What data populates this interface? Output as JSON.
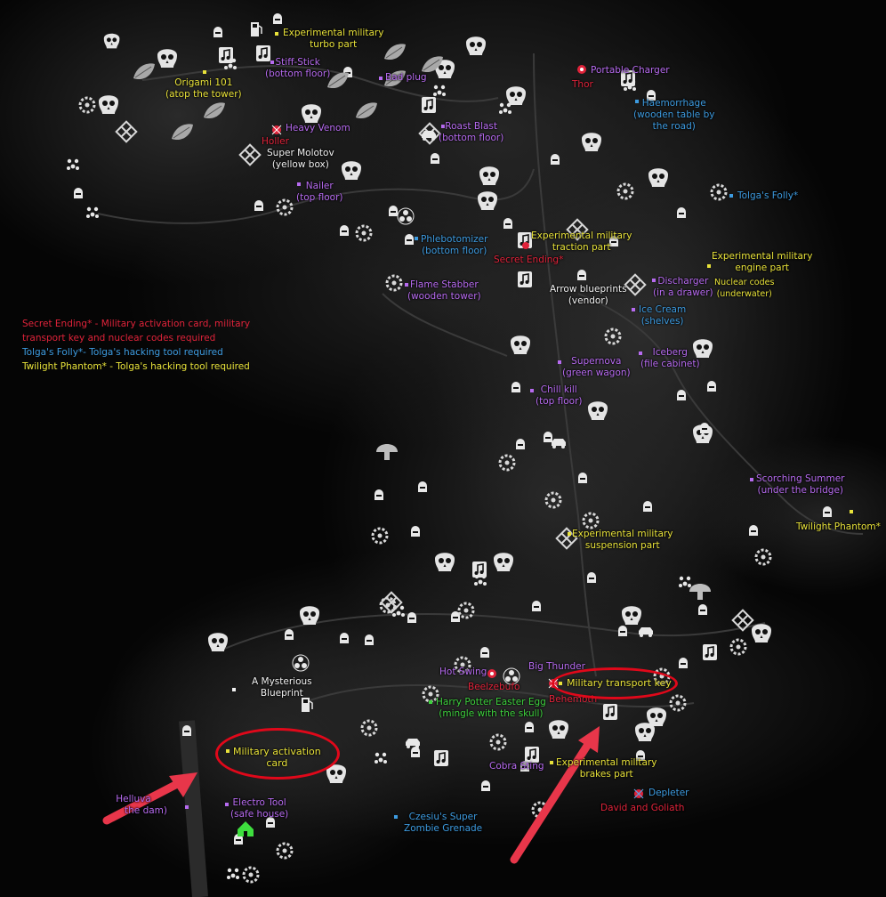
{
  "legend": {
    "secret_ending": "Secret Ending* - Military activation card, military",
    "secret_ending_cont": "transport key and nuclear codes required",
    "tolgas_folly": "Tolga's Folly*- Tolga's hacking tool required",
    "twilight_phantom": "Twilight Phantom* - Tolga's hacking tool required"
  },
  "labels": {
    "exp_turbo_1": "Experimental military",
    "exp_turbo_2": "turbo part",
    "stiff_stick_1": "Stiff-Stick",
    "stiff_stick_2": "(bottom floor)",
    "origami_1": "Origami 101",
    "origami_2": "(atop the tower)",
    "bad_plug": "Bad plug",
    "portable_charger": "Portable Charger",
    "thor": "Thor",
    "haemorrhage_1": "Haemorrhage",
    "haemorrhage_2": "(wooden table by",
    "haemorrhage_3": "the road)",
    "heavy_venom": "Heavy Venom",
    "holler": "Holler",
    "roast_blast_1": "Roast Blast",
    "roast_blast_2": "(bottom floor)",
    "super_molotov_1": "Super Molotov",
    "super_molotov_2": "(yellow box)",
    "nailer_1": "Nailer",
    "nailer_2": "(top floor)",
    "tolgas_folly": "Tolga's Folly*",
    "phlebotomizer_1": "Phlebotomizer",
    "phlebotomizer_2": "(bottom floor)",
    "exp_traction_1": "Experimental military",
    "exp_traction_2": "traction part",
    "secret_ending": "Secret Ending*",
    "exp_engine_1": "Experimental military",
    "exp_engine_2": "engine part",
    "nuclear_codes_1": "Nuclear codes",
    "nuclear_codes_2": "(underwater)",
    "flame_stabber_1": "Flame Stabber",
    "flame_stabber_2": "(wooden tower)",
    "arrow_blueprints_1": "Arrow blueprints",
    "arrow_blueprints_2": "(vendor)",
    "discharger_1": "Discharger",
    "discharger_2": "(in a drawer)",
    "ice_cream_1": "Ice Cream",
    "ice_cream_2": "(shelves)",
    "supernova_1": "Supernova",
    "supernova_2": "(green wagon)",
    "iceberg_1": "Iceberg",
    "iceberg_2": "(file cabinet)",
    "chill_kill_1": "Chill kill",
    "chill_kill_2": "(top floor)",
    "scorching_summer_1": "Scorching Summer",
    "scorching_summer_2": "(under the bridge)",
    "twilight_phantom": "Twilight Phantom*",
    "exp_suspension_1": "Experimental military",
    "exp_suspension_2": "suspension part",
    "mysterious_1": "A Mysterious",
    "mysterious_2": "Blueprint",
    "hot_swing": "Hot Swing",
    "beelzebufo": "Beelzebufo",
    "big_thunder": "Big Thunder",
    "military_transport_key": "Military transport key",
    "behemoth": "Behemoth",
    "harry_potter_1": "Harry Potter Easter Egg",
    "harry_potter_2": "(mingle with the skull)",
    "military_activation_1": "Military activation",
    "military_activation_2": "card",
    "exp_brakes_1": "Experimental military",
    "exp_brakes_2": "brakes part",
    "cobra_sting": "Cobra Sting",
    "depleter": "Depleter",
    "david_goliath": "David and Goliath",
    "helluva_1": "Helluva",
    "helluva_2": "the dam)",
    "electro_tool_1": "Electro Tool",
    "electro_tool_2": "(safe house)",
    "czesius_1": "Czesiu's Super",
    "czesius_2": "Zombie Grenade"
  },
  "colors": {
    "experimental_part": "#e8e23a",
    "weapon": "#b76bf0",
    "blueprint_blue": "#3d9be0",
    "boss": "#e0233a",
    "easter_egg": "#3ed23e",
    "highlight": "#e0081a",
    "arrow": "#e8364a"
  },
  "icons": [
    "skull-icon",
    "hideout-icon",
    "toilet-icon",
    "music-note-icon",
    "saw-blade-icon",
    "gas-pump-icon",
    "crossed-swords-icon",
    "mushroom-icon",
    "leaf-icon",
    "car-icon",
    "safe-house-icon"
  ]
}
